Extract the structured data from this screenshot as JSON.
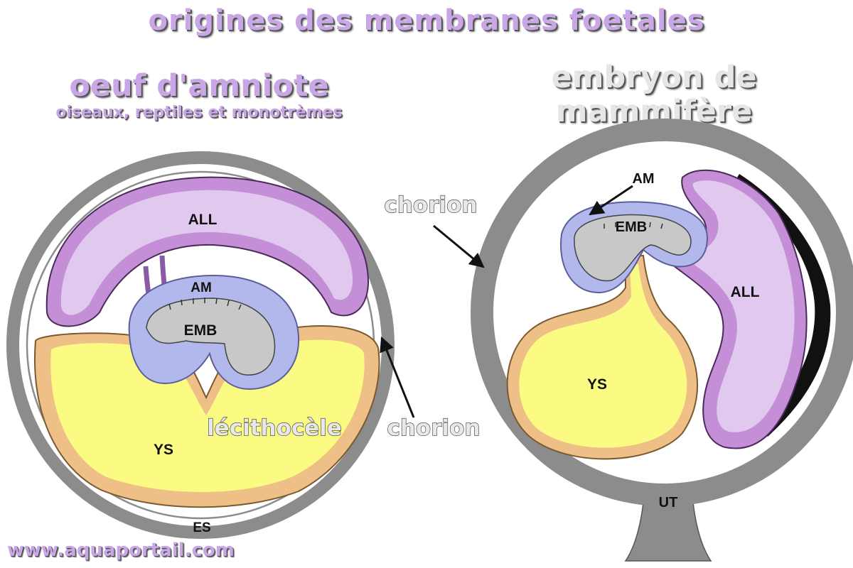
{
  "title": "origines des membranes foetales",
  "left_panel": {
    "title": "oeuf d'amniote",
    "subtitle": "oiseaux, reptiles et monotrèmes",
    "labels": {
      "all": "ALL",
      "am": "AM",
      "emb": "EMB",
      "ys": "YS",
      "es": "ES",
      "lecithocele": "lécithocèle",
      "chorion": "chorion"
    }
  },
  "right_panel": {
    "title_line1": "embryon de",
    "title_line2": "mammifère",
    "labels": {
      "am": "AM",
      "emb": "EMB",
      "all": "ALL",
      "ys": "YS",
      "ut": "UT",
      "chorion": "chorion"
    }
  },
  "watermark": "www.aquaportail.com",
  "colors": {
    "shell_gray": "#8c8c8c",
    "allantois_purple": "#c48fd6",
    "allantois_fill": "#e0c8ee",
    "amnion_blue": "#b3b8ec",
    "embryo_gray": "#c8c8c8",
    "yolk_yellow": "#fbfb84",
    "yolk_wall_orange": "#eebf86",
    "title_lilac": "#c9a6e6"
  }
}
